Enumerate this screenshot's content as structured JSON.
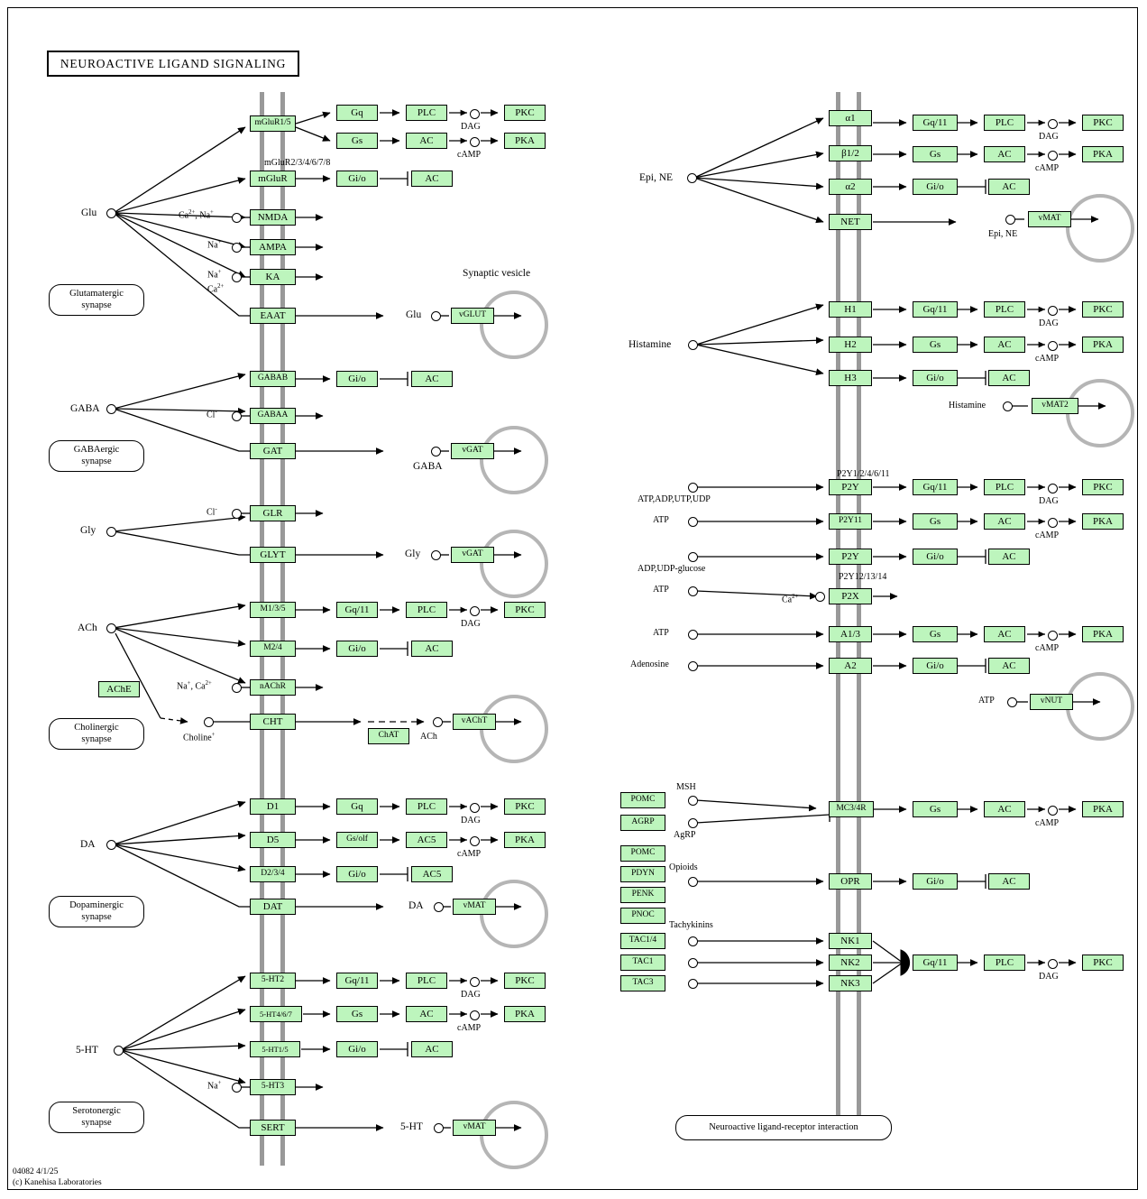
{
  "map": {
    "title": "NEUROACTIVE  LIGAND  SIGNALING",
    "map_id": "04082 4/1/25",
    "copyright": "(c) Kanehisa Laboratories",
    "map_link": "Neuroactive ligand-receptor interaction"
  },
  "synapse_labels": {
    "glutamatergic": "Glutamatergic\nsynapse",
    "gabaergic": "GABAergic\nsynapse",
    "cholinergic": "Cholinergic\nsynapse",
    "dopaminergic": "Dopaminergic\nsynapse",
    "serotonergic": "Serotonergic\nsynapse"
  },
  "common": {
    "gq": "Gq",
    "gq11": "Gq/11",
    "gs": "Gs",
    "gio": "Gi/o",
    "gsolf": "Gs/olf",
    "plc": "PLC",
    "ac": "AC",
    "ac5": "AC5",
    "pkc": "PKC",
    "pka": "PKA",
    "dag": "DAG",
    "camp": "cAMP",
    "synaptic_vesicle": "Synaptic vesicle"
  },
  "glutamatergic": {
    "ligand": "Glu",
    "receptors": [
      "mGluR1/5",
      "mGluR",
      "NMDA",
      "AMPA",
      "KA",
      "EAAT"
    ],
    "mglur_group_label": "mGluR2/3/4/6/7/8",
    "ion_nmda": "Ca2+, Na+",
    "ion_ampa": "Na+",
    "ion_ka_1": "Na+",
    "ion_ka_2": "Ca2+",
    "vesicle_ligand": "Glu",
    "transporter": "vGLUT",
    "cascade_q": [
      "Gq",
      "PLC",
      "PKC"
    ],
    "cascade_s": [
      "Gs",
      "AC",
      "PKA"
    ],
    "cascade_i": [
      "Gi/o",
      "AC"
    ]
  },
  "gabaergic": {
    "ligand": "GABA",
    "receptors": [
      "GABAB",
      "GABAA",
      "GAT"
    ],
    "ion_chloride": "Cl-",
    "vesicle_ligand": "GABA",
    "transporter": "vGAT",
    "cascade_i": [
      "Gi/o",
      "AC"
    ]
  },
  "glycinergic": {
    "ligand": "Gly",
    "receptors": [
      "GLR",
      "GLYT"
    ],
    "ion_chloride": "Cl-",
    "vesicle_ligand": "Gly",
    "transporter": "vGAT"
  },
  "cholinergic": {
    "ligand": "ACh",
    "receptors": [
      "M1/3/5",
      "M2/4",
      "nAChR",
      "CHT"
    ],
    "ion_nachr": "Na+, Ca2+",
    "enzyme_ache": "AChE",
    "enzyme_chat": "ChAT",
    "choline": "Choline+",
    "product_ach": "ACh",
    "transporter": "vAChT",
    "cascade_q": [
      "Gq/11",
      "PLC",
      "PKC"
    ],
    "cascade_i": [
      "Gi/o",
      "AC"
    ]
  },
  "dopaminergic": {
    "ligand": "DA",
    "receptors": [
      "D1",
      "D5",
      "D2/3/4",
      "DAT"
    ],
    "vesicle_ligand": "DA",
    "transporter": "vMAT",
    "cascade_q": [
      "Gq",
      "PLC",
      "PKC"
    ],
    "cascade_s": [
      "Gs/olf",
      "AC5",
      "PKA"
    ],
    "cascade_i": [
      "Gi/o",
      "AC5"
    ]
  },
  "serotonergic": {
    "ligand": "5-HT",
    "receptors": [
      "5-HT2",
      "5-HT4/6/7",
      "5-HT1/5",
      "5-HT3",
      "SERT"
    ],
    "ion_5ht3": "Na+",
    "vesicle_ligand": "5-HT",
    "transporter": "vMAT",
    "cascade_q": [
      "Gq/11",
      "PLC",
      "PKC"
    ],
    "cascade_s": [
      "Gs",
      "AC",
      "PKA"
    ],
    "cascade_i": [
      "Gi/o",
      "AC"
    ]
  },
  "adrenergic": {
    "ligand": "Epi, NE",
    "receptors": [
      "α1",
      "β1/2",
      "α2",
      "NET"
    ],
    "vesicle_ligand": "Epi, NE",
    "transporter": "vMAT",
    "cascade_q": [
      "Gq/11",
      "PLC",
      "PKC"
    ],
    "cascade_s": [
      "Gs",
      "AC",
      "PKA"
    ],
    "cascade_i": [
      "Gi/o",
      "AC"
    ]
  },
  "histaminergic": {
    "ligand": "Histamine",
    "receptors": [
      "H1",
      "H2",
      "H3"
    ],
    "vesicle_ligand": "Histamine",
    "transporter": "vMAT2",
    "cascade_q": [
      "Gq/11",
      "PLC",
      "PKC"
    ],
    "cascade_s": [
      "Gs",
      "AC",
      "PKA"
    ],
    "cascade_i": [
      "Gi/o",
      "AC"
    ]
  },
  "purinergic": {
    "ligands": [
      "ATP,ADP,UTP,UDP",
      "ATP",
      "ADP,UDP-glucose",
      "ATP"
    ],
    "receptors": [
      "P2Y",
      "P2Y11",
      "P2Y",
      "P2X"
    ],
    "p2y_group_top": "P2Y1/2/4/6/11",
    "p2y_group_bottom": "P2Y12/13/14",
    "ion_p2x": "Ca2+",
    "cascade_q": [
      "Gq/11",
      "PLC",
      "PKC"
    ],
    "cascade_s": [
      "Gs",
      "AC",
      "PKA"
    ],
    "cascade_i": [
      "Gi/o",
      "AC"
    ]
  },
  "adenosinergic": {
    "ligands": [
      "ATP",
      "Adenosine"
    ],
    "receptors": [
      "A1/3",
      "A2"
    ],
    "vesicle_ligand": "ATP",
    "transporter": "vNUT",
    "cascade_s": [
      "Gs",
      "AC",
      "PKA"
    ],
    "cascade_i": [
      "Gi/o",
      "AC"
    ]
  },
  "melanocortin": {
    "precursors": [
      "POMC",
      "AGRP"
    ],
    "ligand_msh": "MSH",
    "ligand_agrp": "AgRP",
    "receptor": "MC3/4R",
    "cascade_s": [
      "Gs",
      "AC",
      "PKA"
    ]
  },
  "opioid": {
    "precursors": [
      "POMC",
      "PDYN",
      "PENK",
      "PNOC"
    ],
    "ligand": "Opioids",
    "receptor": "OPR",
    "cascade_i": [
      "Gi/o",
      "AC"
    ]
  },
  "tachykinin": {
    "precursors": [
      "TAC1/4",
      "TAC1",
      "TAC3"
    ],
    "ligand": "Tachykinins",
    "receptors": [
      "NK1",
      "NK2",
      "NK3"
    ],
    "cascade_q": [
      "Gq/11",
      "PLC",
      "PKC"
    ]
  }
}
